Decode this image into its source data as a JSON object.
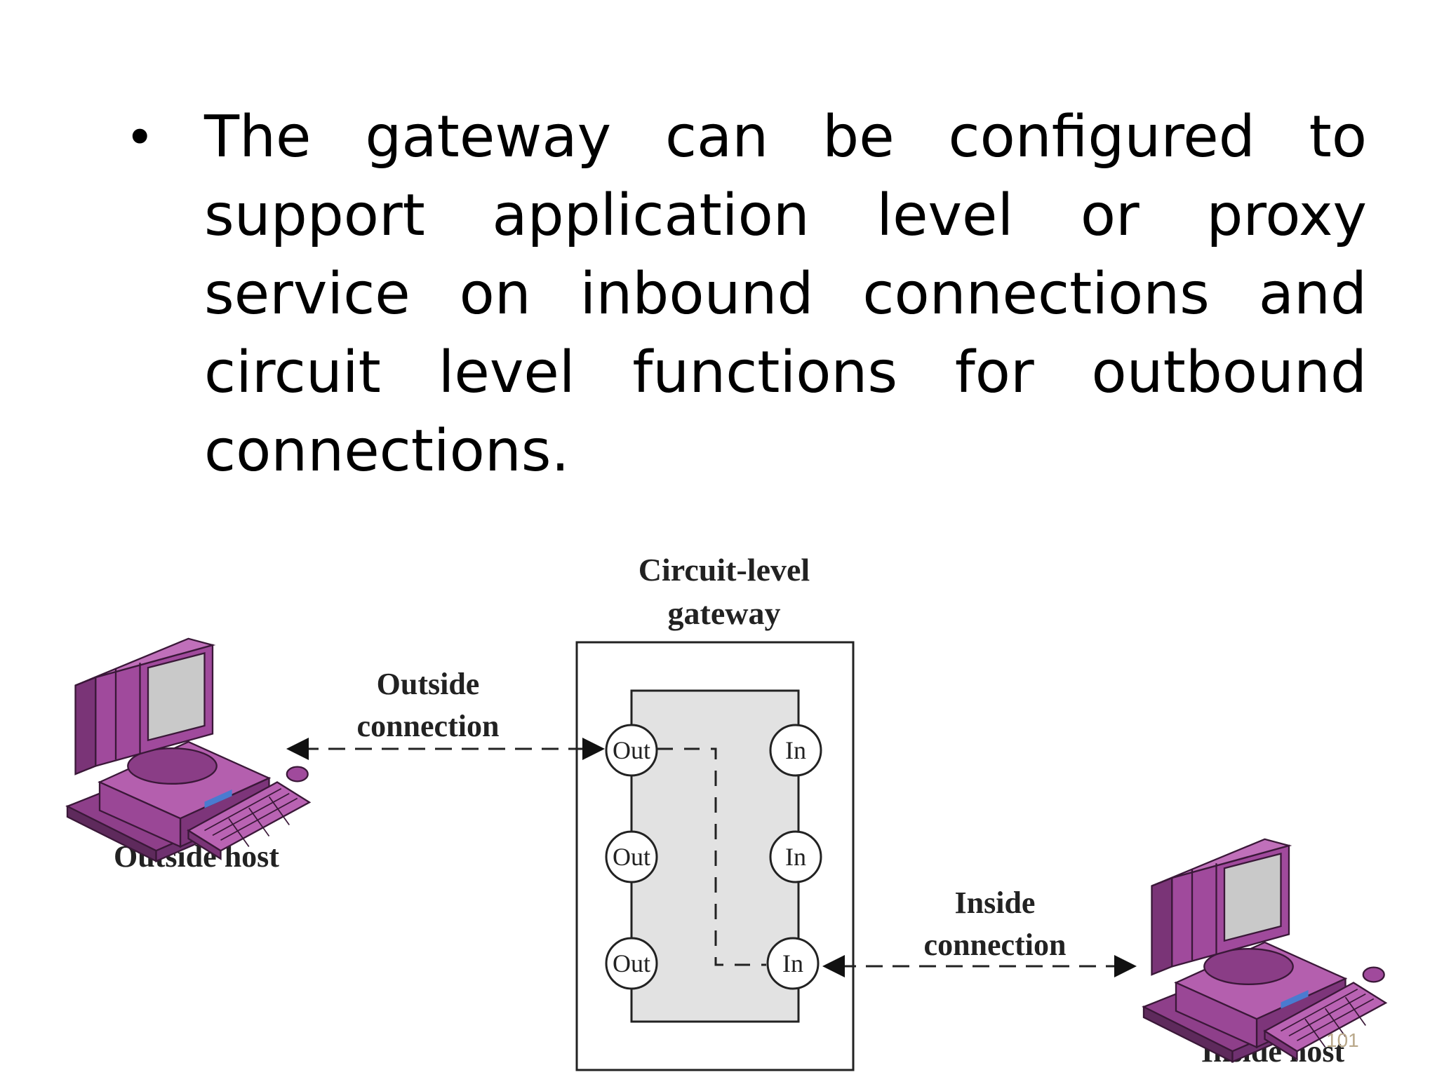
{
  "bullet": {
    "symbol": "•",
    "text": "The gateway can be configured to support application level or proxy service on inbound connections and circuit level functions for outbound connections."
  },
  "diagram": {
    "gateway_label_line1": "Circuit-level",
    "gateway_label_line2": "gateway",
    "outside_connection_line1": "Outside",
    "outside_connection_line2": "connection",
    "inside_connection_line1": "Inside",
    "inside_connection_line2": "connection",
    "outside_host": "Outside host",
    "inside_host": "Inside host",
    "ports_out": [
      "Out",
      "Out",
      "Out"
    ],
    "ports_in": [
      "In",
      "In",
      "In"
    ],
    "computer_color": "#a04a9c"
  },
  "page_number": "101"
}
